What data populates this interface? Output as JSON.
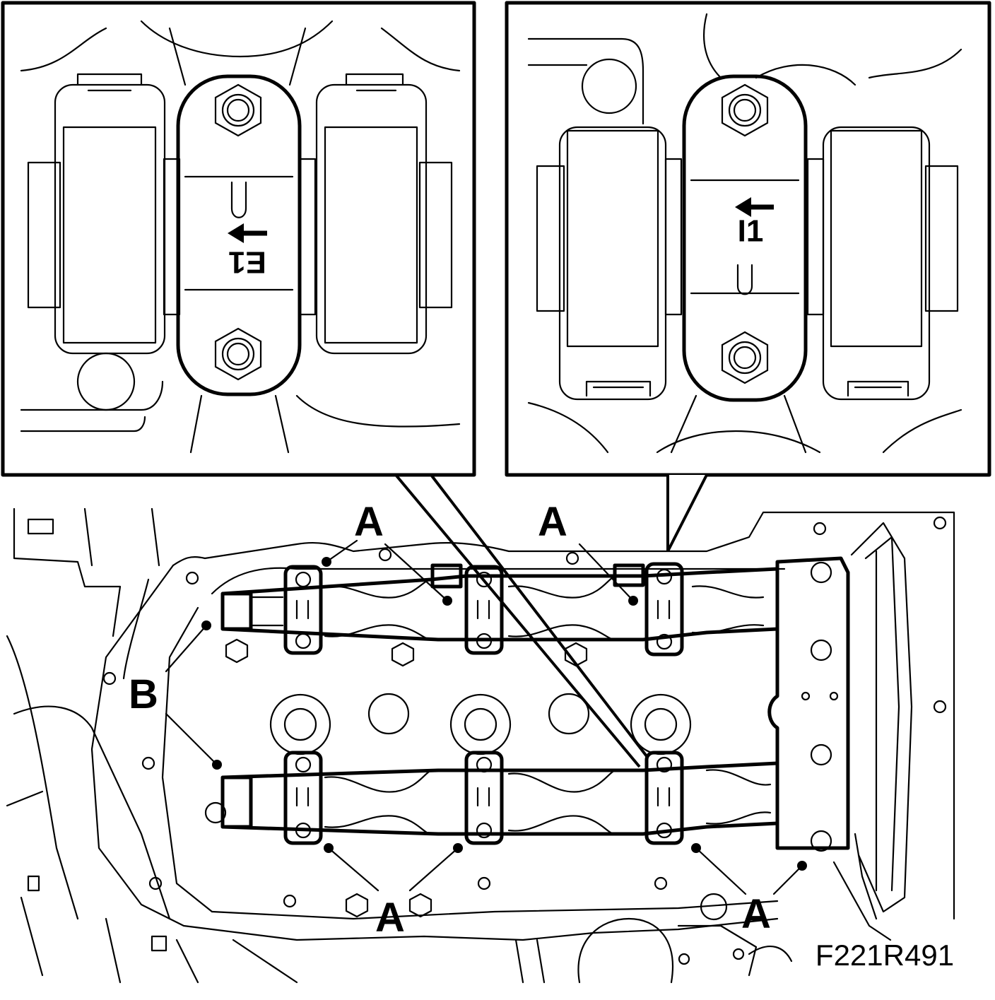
{
  "figure": {
    "code": "F221R491",
    "labels": {
      "a": "A",
      "b": "B"
    },
    "inset_left": {
      "cap_marks": "E1"
    },
    "inset_right": {
      "cap_marks": "I1"
    }
  }
}
